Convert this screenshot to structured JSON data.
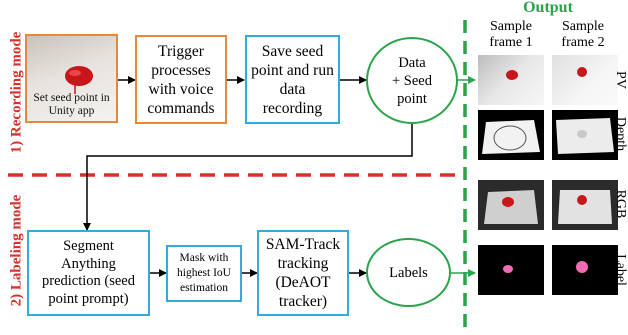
{
  "modes": {
    "recording": "1) Recording mode",
    "labeling": "2) Labeling mode"
  },
  "recording": {
    "photo_caption": "Set seed point in\nUnity app",
    "step_trigger": "Trigger\nprocesses\nwith voice\ncommands",
    "step_save": "Save seed\npoint and run\ndata\nrecording",
    "data_node": "Data\n+ Seed\npoint"
  },
  "labeling": {
    "step_segment": "Segment\nAnything\nprediction (seed\npoint prompt)",
    "step_mask": "Mask with\nhighest IoU\nestimation",
    "step_track": "SAM-Track\ntracking\n(DeAOT\ntracker)",
    "labels_node": "Labels"
  },
  "output": {
    "title": "Output",
    "col1": "Sample\nframe 1",
    "col2": "Sample\nframe 2",
    "rows": [
      "PV",
      "Depth",
      "RGB",
      "Label"
    ]
  },
  "colors": {
    "orange_box": "#e8863a",
    "blue_box": "#35a9d8",
    "green": "#2aa44a",
    "red": "#d6322b"
  }
}
